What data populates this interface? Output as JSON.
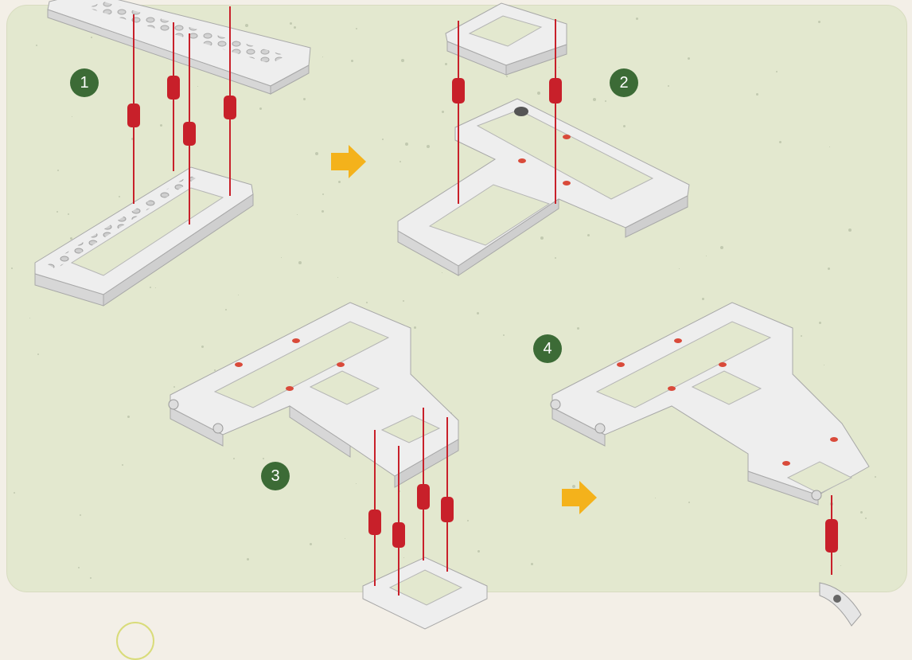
{
  "steps": [
    {
      "number": "1"
    },
    {
      "number": "2"
    },
    {
      "number": "3"
    },
    {
      "number": "4"
    }
  ],
  "colors": {
    "panel": "#e3e8cf",
    "badge": "#3c6b36",
    "arrow": "#f4b21b",
    "pin": "#c8202a",
    "brick": "#eeeeee",
    "brick_edge": "#a8a8a8"
  },
  "icons": {
    "next": "arrow-right-icon",
    "connector": "red-pin-icon",
    "brick": "frame-brick-icon"
  }
}
